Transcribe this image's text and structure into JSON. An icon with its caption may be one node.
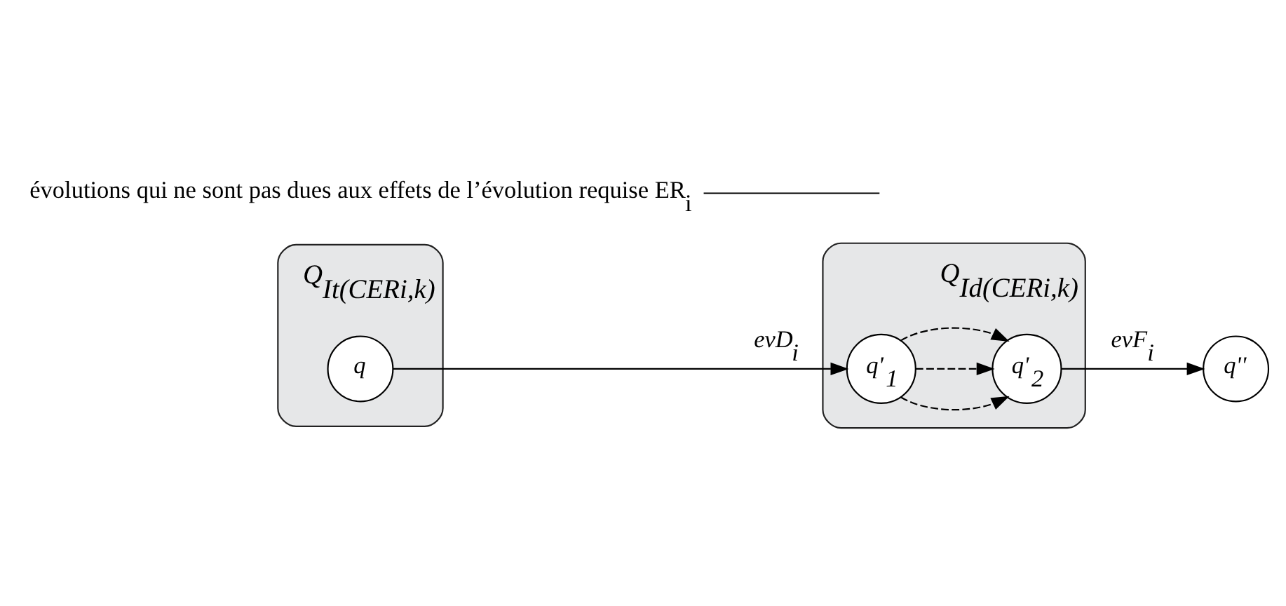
{
  "diagram": {
    "nodes": [
      {
        "text": [
          "Q$_{It(CERi,k)}$"
        ]
      },
      {
        "text": [
          "q"
        ],
        "in": 0
      },
      {
        "text": [
          "Q$_{Id(CERi,k)}$"
        ]
      },
      {
        "text": [
          "q'$_{1}$"
        ],
        "in": 2
      },
      {
        "text": [
          "q'$_{2}$"
        ],
        "in": 2
      },
      {
        "text": [
          "q''"
        ]
      },
      {
        "text": [
          "évolutions qui ne sont pas dues aux effets de l’évolution requise ER$_{i}$"
        ]
      }
    ],
    "edges": [
      {
        "from": 1,
        "to": 3,
        "arrow": "to",
        "label": "evD$_{i}$"
      },
      {
        "from": 3,
        "to": 4,
        "arrow": "to",
        "style": "dashed"
      },
      {
        "from": 3,
        "to": 4,
        "arrow": "to",
        "style": "dashed"
      },
      {
        "from": 3,
        "to": 4,
        "arrow": "to",
        "style": "dashed"
      },
      {
        "from": 4,
        "to": 5,
        "arrow": "to",
        "label": "evF$_{i}$"
      },
      {
        "from": 6,
        "to": null,
        "arrow": "none"
      }
    ]
  }
}
